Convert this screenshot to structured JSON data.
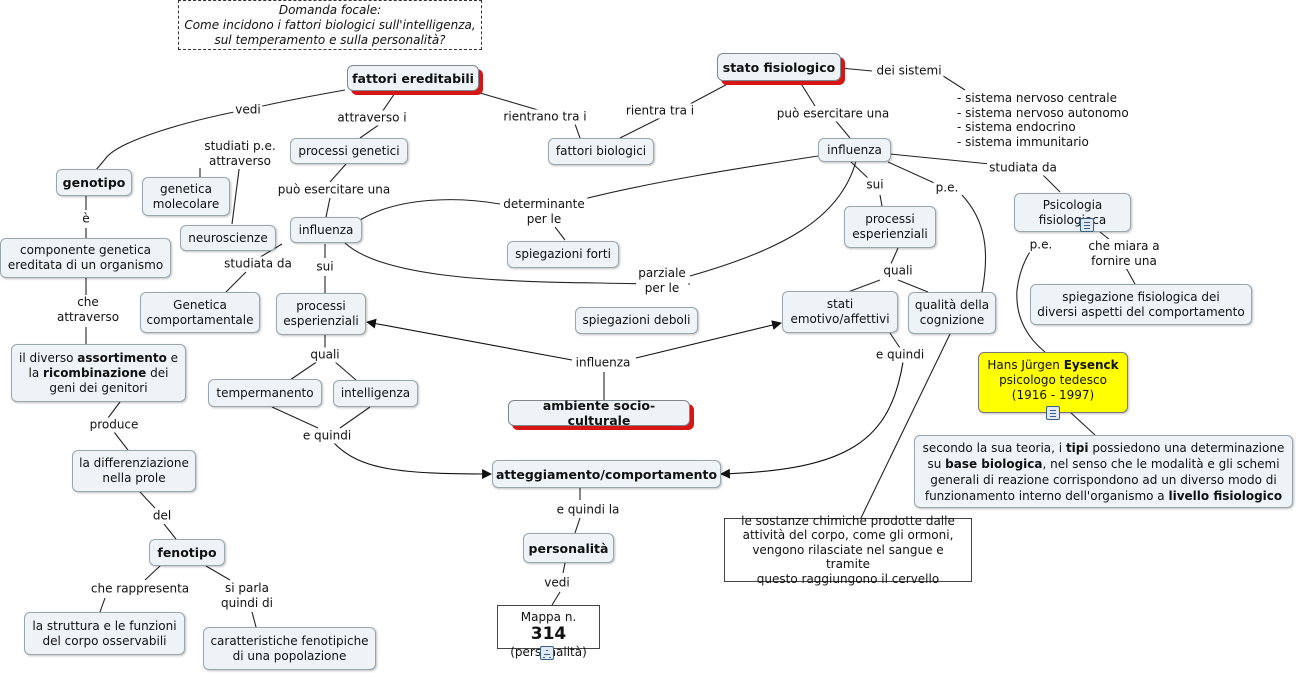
{
  "focus": {
    "line1": "Domanda focale:",
    "line2": "Come incidono i fattori biologici sull'intelligenza,",
    "line3": "sul temperamento e sulla personalità?"
  },
  "nodes": {
    "fattori_ereditabili": "fattori ereditabili",
    "stato_fisiologico": "stato fisiologico",
    "genotipo": "genotipo",
    "processi_genetici": "processi genetici",
    "fattori_biologici": "fattori biologici",
    "influenza_right": "influenza",
    "genetica_molecolare": [
      "genetica",
      "molecolare"
    ],
    "neuroscienze": "neuroscienze",
    "influenza_left": "influenza",
    "spiegazioni_forti": "spiegazioni forti",
    "componente_genetica": [
      "componente genetica",
      "ereditata di un organismo"
    ],
    "genetica_comportamentale": [
      "Genetica",
      "comportamentale"
    ],
    "processi_esperienziali_left": [
      "processi",
      "esperienziali"
    ],
    "spiegazioni_deboli": "spiegazioni deboli",
    "stati_emotivo": [
      "stati",
      "emotivo/affettivi"
    ],
    "qualita_cognizione": [
      "qualità della",
      "cognizione"
    ],
    "processi_esperienziali_right": [
      "processi",
      "esperienziali"
    ],
    "psicologia_fisiologica": "Psicologia fisiologioca",
    "spiegazione_fisiologica": [
      "spiegazione fisiologica dei",
      "diversi aspetti del comportamento"
    ],
    "diverso_assortimento": {
      "pre": "il diverso ",
      "b1": "assortimento",
      "mid1": " e",
      "mid2": "la ",
      "b2": "ricombinazione",
      "post1": " dei",
      "post2": "geni dei genitori"
    },
    "tempermanento": "tempermanento",
    "intelligenza": "intelligenza",
    "ambiente": "ambiente socio-culturale",
    "eysenck": {
      "pre": "Hans Jürgen ",
      "bold": "Eysenck",
      "line2": "psicologo tedesco",
      "line3": "(1916 - 1997)"
    },
    "differenziazione": [
      "la differenziazione",
      "nella prole"
    ],
    "atteggiamento": "atteggiamento/comportamento",
    "teoria": {
      "l1a": "secondo la sua teoria, i ",
      "l1b": "tipi",
      "l1c": " possiedono una determinazione",
      "l2a": "su ",
      "l2b": "base biologica",
      "l2c": ", nel senso che le modalità e gli schemi",
      "l3": "generali di reazione corrispondono ad un diverso modo di",
      "l4a": "funzionamento interno dell'organismo a ",
      "l4b": "livello fisiologico"
    },
    "sostanze": [
      "le sostanze chimiche prodotte dalle",
      "attività del corpo, come gli ormoni,",
      "vengono rilasciate nel sangue e tramite",
      "questo raggiungono il cervello"
    ],
    "fenotipo": "fenotipo",
    "personalita": "personalità",
    "mappa": {
      "pre": "Mappa n. ",
      "num": "314",
      "line2": "(personalità)"
    },
    "struttura": [
      "la struttura e le funzioni",
      "del corpo osservabili"
    ],
    "caratteristiche": [
      "caratteristiche fenotipiche",
      "di una popolazione"
    ]
  },
  "systems": [
    "- sistema nervoso centrale",
    "- sistema nervoso autonomo",
    "- sistema endocrino",
    "- sistema immunitario"
  ],
  "labels": {
    "vedi_top": "vedi",
    "attraverso_i": "attraverso i",
    "rientrano_tra_i": "rientrano tra i",
    "rientra_tra_i": "rientra tra i",
    "dei_sistemi": "dei sistemi",
    "puo_esercitare_right": "può esercitare una",
    "studiati_pe": [
      "studiati p.e.",
      "attraverso"
    ],
    "e_accent": "è",
    "puo_esercitare_left": "può esercitare una",
    "determinante": [
      "determinante",
      "per le"
    ],
    "sui_right": "sui",
    "pe_right": "p.e.",
    "studiata_da_right": "studiata da",
    "pe_eysenck": "p.e.",
    "che_miara": [
      "che miara a",
      "fornire una"
    ],
    "studiata_da_left": "studiata da",
    "sui_left": "sui",
    "parziale": [
      "parziale",
      "per le"
    ],
    "quali_right": "quali",
    "che_attraverso": [
      "che",
      "attraverso"
    ],
    "quali_left": "quali",
    "e_quindi_right": "e quindi",
    "influenza_mid": "influenza",
    "e_quindi_left": "e quindi",
    "produce": "produce",
    "e_quindi_la": "e quindi la",
    "del": "del",
    "vedi_bottom": "vedi",
    "che_rappresenta": "che rappresenta",
    "si_parla": [
      "si parla",
      "quindi di"
    ]
  }
}
